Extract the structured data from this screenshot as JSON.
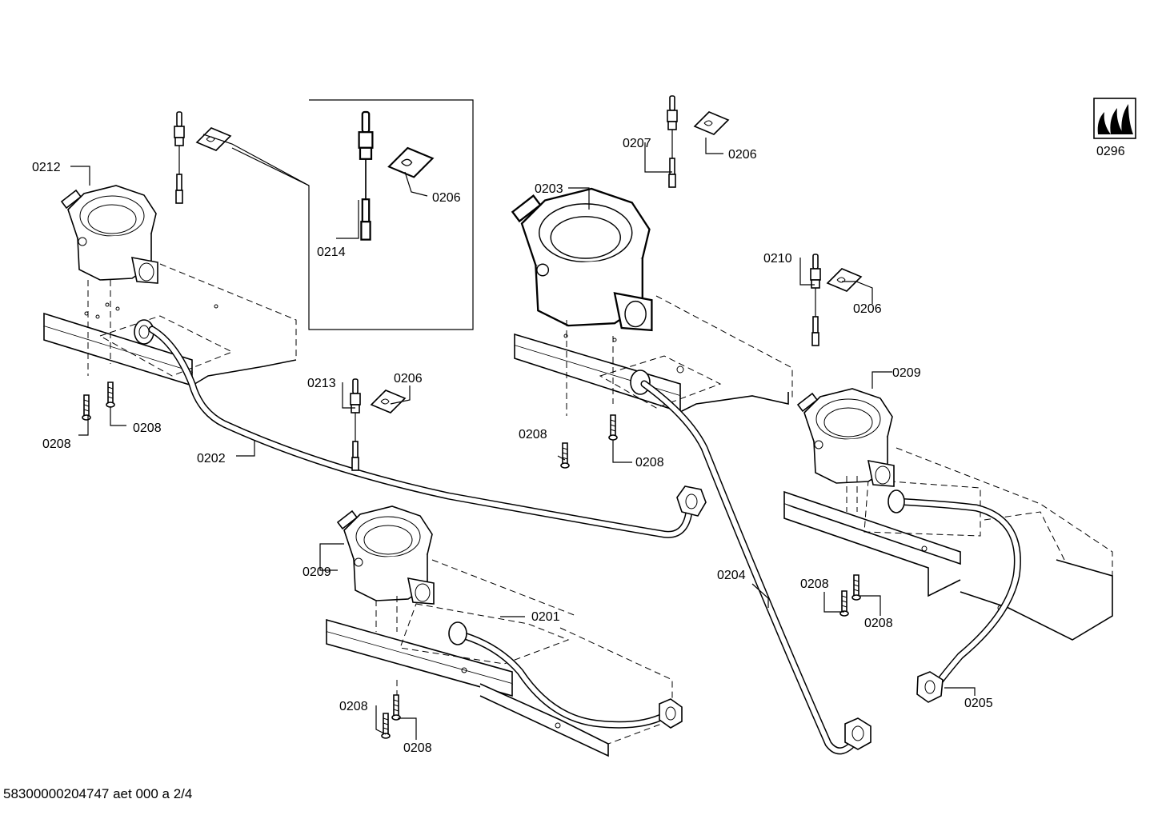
{
  "diagram": {
    "labels": {
      "l0201": "0201",
      "l0202": "0202",
      "l0203": "0203",
      "l0204": "0204",
      "l0205": "0205",
      "l0206a": "0206",
      "l0206b": "0206",
      "l0206c": "0206",
      "l0206d": "0206",
      "l0207": "0207",
      "l0208a": "0208",
      "l0208b": "0208",
      "l0208c": "0208",
      "l0208d": "0208",
      "l0208e": "0208",
      "l0208f": "0208",
      "l0208g": "0208",
      "l0208h": "0208",
      "l0209a": "0209",
      "l0209b": "0209",
      "l0210": "0210",
      "l0212": "0212",
      "l0213": "0213",
      "l0214": "0214",
      "l0296": "0296"
    },
    "footer": "58300000204747 aet 000 a 2/4"
  }
}
